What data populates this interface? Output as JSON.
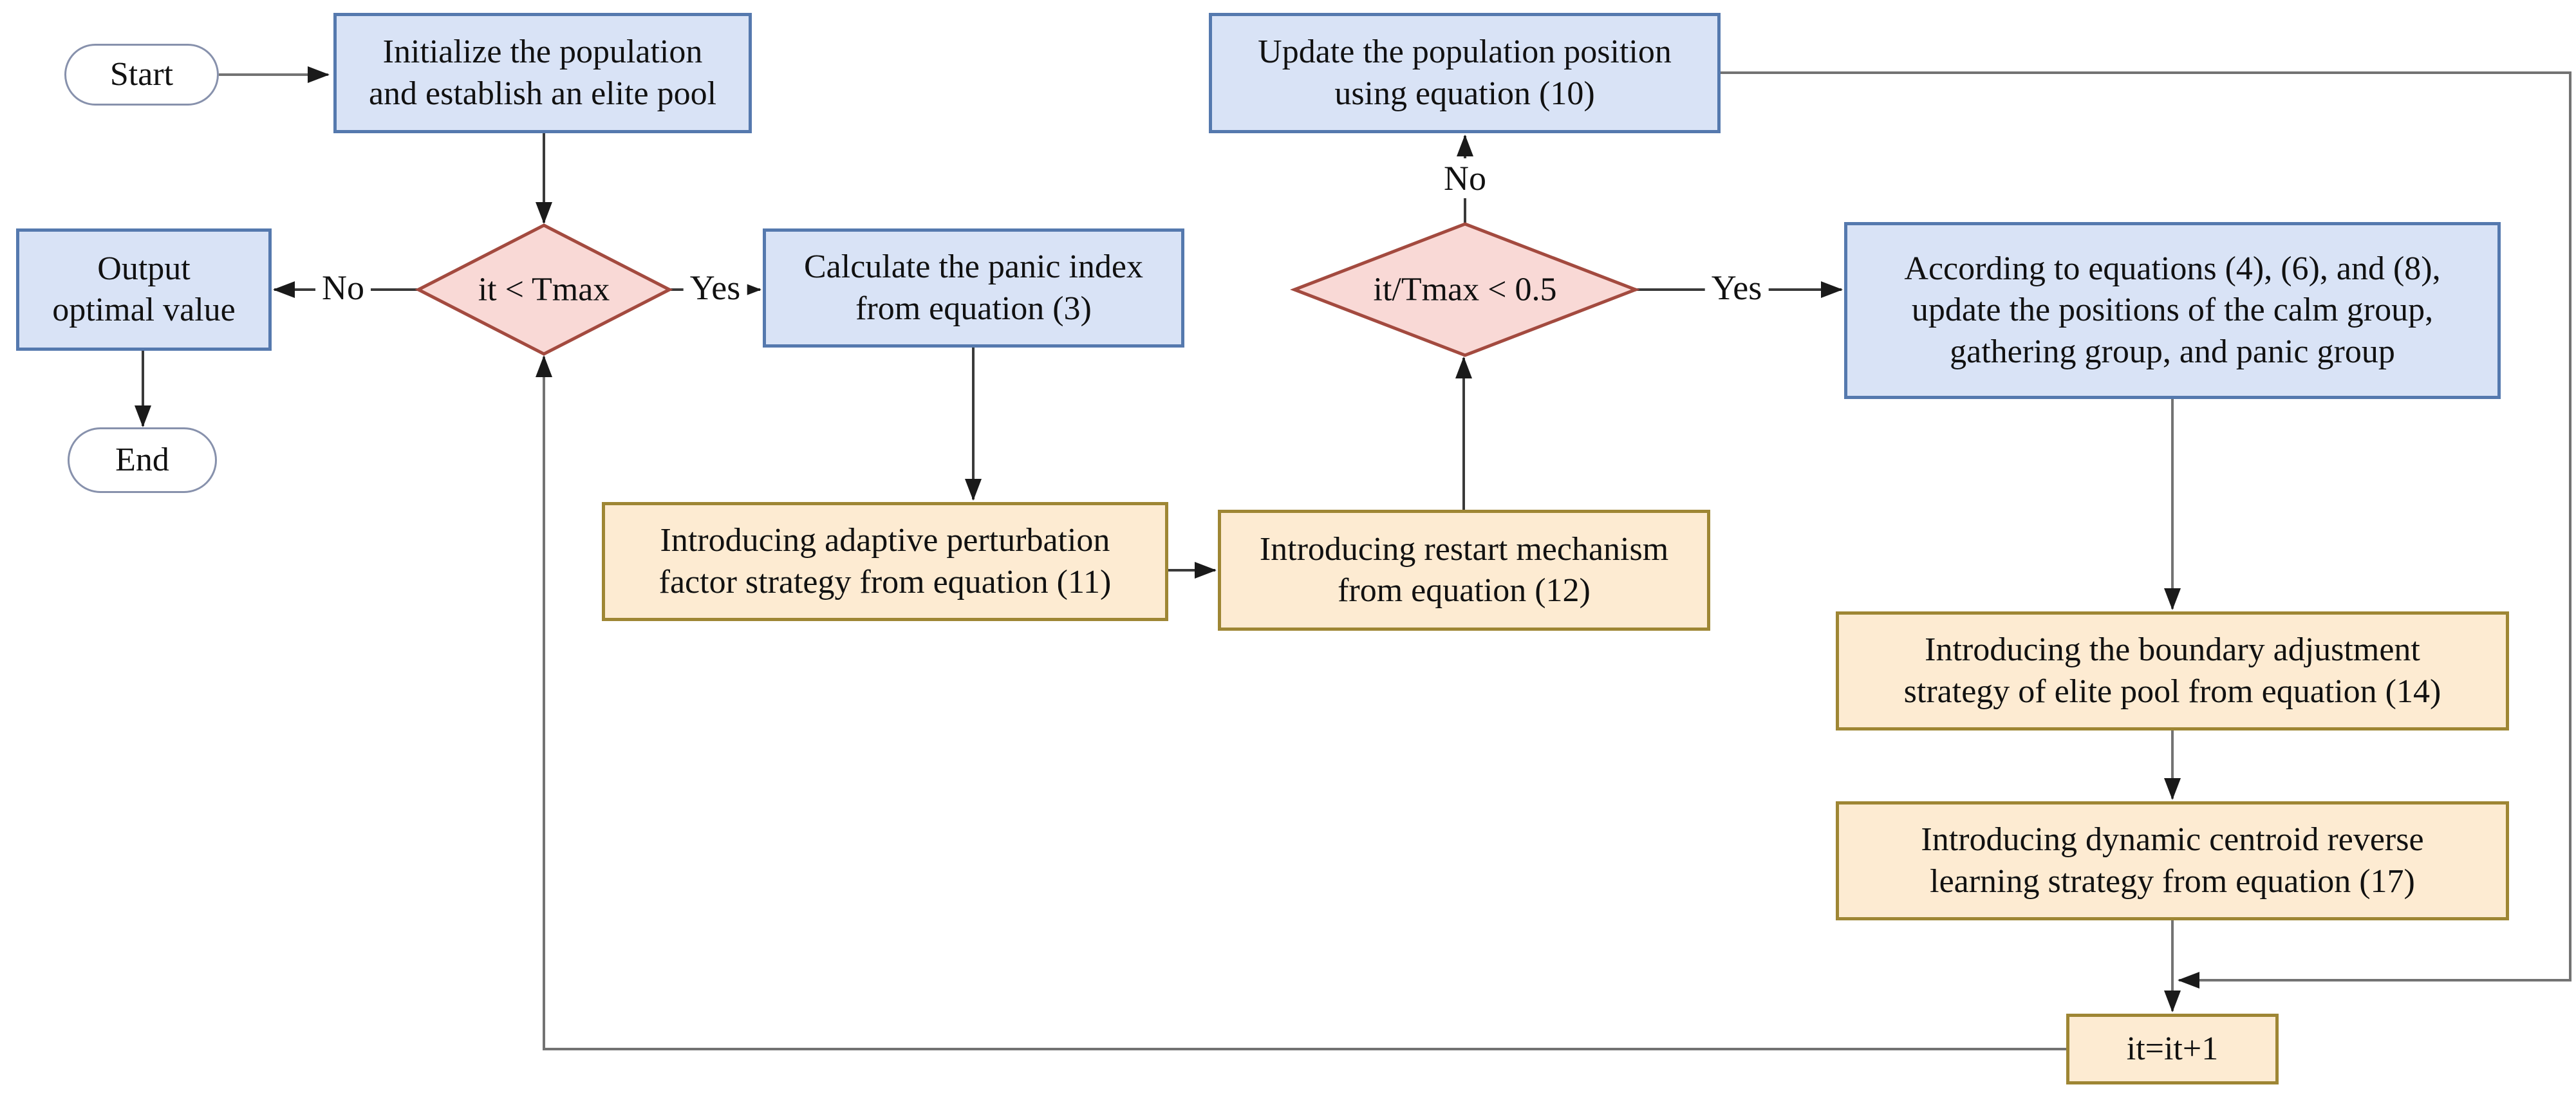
{
  "diagram": {
    "nodes": {
      "start": {
        "label": "Start",
        "type": "terminator"
      },
      "initialize": {
        "label": "Initialize the population\nand establish an elite pool",
        "type": "process"
      },
      "update_position": {
        "label": "Update the population position\nusing equation (10)",
        "type": "process"
      },
      "output": {
        "label": "Output\noptimal value",
        "type": "process"
      },
      "end": {
        "label": "End",
        "type": "terminator"
      },
      "cond_tmax": {
        "label": "it < Tmax",
        "type": "decision"
      },
      "calc_panic": {
        "label": "Calculate the panic index\nfrom equation (3)",
        "type": "process"
      },
      "cond_half": {
        "label": "it/Tmax < 0.5",
        "type": "decision"
      },
      "according": {
        "label": "According to equations (4), (6), and (8),\nupdate the positions of the calm group,\ngathering group, and panic group",
        "type": "process"
      },
      "adaptive": {
        "label": "Introducing adaptive perturbation\nfactor strategy from equation (11)",
        "type": "strategy"
      },
      "restart": {
        "label": "Introducing restart mechanism\nfrom equation (12)",
        "type": "strategy"
      },
      "boundary": {
        "label": "Introducing the boundary adjustment\nstrategy of elite pool from equation (14)",
        "type": "strategy"
      },
      "centroid": {
        "label": "Introducing dynamic centroid reverse\nlearning strategy from equation (17)",
        "type": "strategy"
      },
      "iterate": {
        "label": "it=it+1",
        "type": "strategy"
      }
    },
    "edge_labels": {
      "no_tmax": "No",
      "yes_tmax": "Yes",
      "no_half": "No",
      "yes_half": "Yes"
    },
    "colors": {
      "process_fill": "#d9e3f6",
      "process_border": "#5579ae",
      "decision_fill": "#f9d9d6",
      "decision_border": "#a34a3f",
      "strategy_fill": "#fdebd2",
      "strategy_border": "#9e8634",
      "terminator_border": "#8791ac",
      "connector_dark": "#3a3a3a",
      "connector_gray": "#737373",
      "arrow": "#1a1a1a"
    }
  }
}
